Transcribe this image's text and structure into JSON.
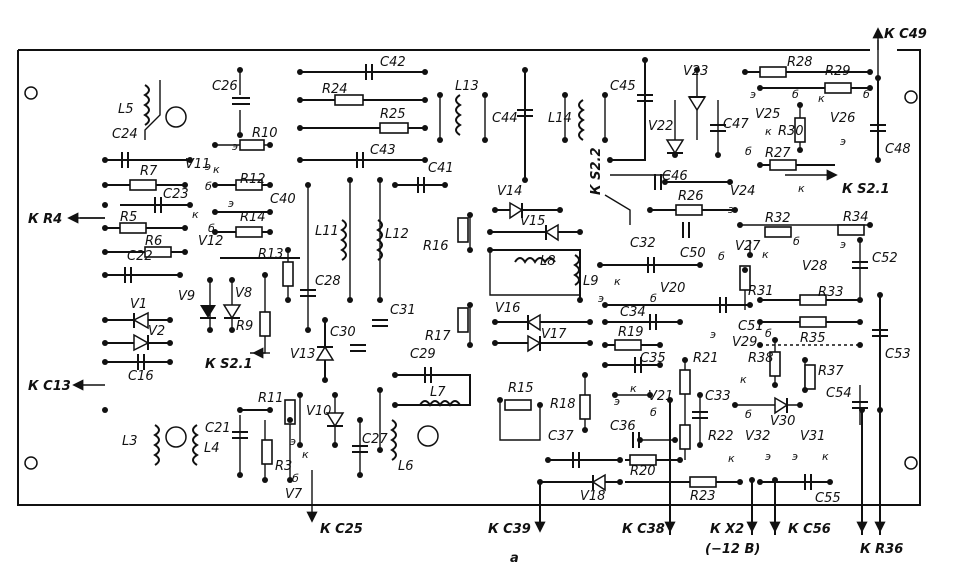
{
  "figure_label": "а",
  "components": [
    {
      "id": "C26",
      "text": "C26"
    },
    {
      "id": "R10",
      "text": "R10"
    },
    {
      "id": "L5",
      "text": "L5"
    },
    {
      "id": "C24",
      "text": "C24"
    },
    {
      "id": "C42",
      "text": "C42"
    },
    {
      "id": "R24",
      "text": "R24"
    },
    {
      "id": "R25",
      "text": "R25"
    },
    {
      "id": "C43",
      "text": "C43"
    },
    {
      "id": "L13",
      "text": "L13"
    },
    {
      "id": "C44",
      "text": "C44"
    },
    {
      "id": "L14",
      "text": "L14"
    },
    {
      "id": "C45",
      "text": "C45"
    },
    {
      "id": "V23",
      "text": "V23"
    },
    {
      "id": "R28",
      "text": "R28"
    },
    {
      "id": "R29",
      "text": "R29"
    },
    {
      "id": "V22",
      "text": "V22"
    },
    {
      "id": "C47",
      "text": "C47"
    },
    {
      "id": "V25",
      "text": "V25"
    },
    {
      "id": "V26",
      "text": "V26"
    },
    {
      "id": "R30",
      "text": "R30"
    },
    {
      "id": "C48",
      "text": "C48"
    },
    {
      "id": "R27",
      "text": "R27"
    },
    {
      "id": "V11",
      "text": "V11"
    },
    {
      "id": "R7",
      "text": "R7"
    },
    {
      "id": "C23",
      "text": "C23"
    },
    {
      "id": "R12",
      "text": "R12"
    },
    {
      "id": "C40",
      "text": "C40"
    },
    {
      "id": "C41",
      "text": "C41"
    },
    {
      "id": "C46",
      "text": "C46"
    },
    {
      "id": "V14",
      "text": "V14"
    },
    {
      "id": "R26",
      "text": "R26"
    },
    {
      "id": "V24",
      "text": "V24"
    },
    {
      "id": "R5",
      "text": "R5"
    },
    {
      "id": "R14",
      "text": "R14"
    },
    {
      "id": "V12",
      "text": "V12"
    },
    {
      "id": "R6",
      "text": "R6"
    },
    {
      "id": "L11",
      "text": "L11"
    },
    {
      "id": "L12",
      "text": "L12"
    },
    {
      "id": "R16",
      "text": "R16"
    },
    {
      "id": "V15",
      "text": "V15"
    },
    {
      "id": "C32",
      "text": "C32"
    },
    {
      "id": "C50",
      "text": "C50"
    },
    {
      "id": "R32",
      "text": "R32"
    },
    {
      "id": "R34",
      "text": "R34"
    },
    {
      "id": "V27",
      "text": "V27"
    },
    {
      "id": "C22",
      "text": "C22"
    },
    {
      "id": "R13",
      "text": "R13"
    },
    {
      "id": "C28",
      "text": "C28"
    },
    {
      "id": "L8",
      "text": "L8"
    },
    {
      "id": "L9",
      "text": "L9"
    },
    {
      "id": "C52",
      "text": "C52"
    },
    {
      "id": "V28",
      "text": "V28"
    },
    {
      "id": "V9",
      "text": "V9"
    },
    {
      "id": "V8",
      "text": "V8"
    },
    {
      "id": "V20",
      "text": "V20"
    },
    {
      "id": "R31",
      "text": "R31"
    },
    {
      "id": "R33",
      "text": "R33"
    },
    {
      "id": "V1",
      "text": "V1"
    },
    {
      "id": "R9",
      "text": "R9"
    },
    {
      "id": "C30",
      "text": "C30"
    },
    {
      "id": "C31",
      "text": "C31"
    },
    {
      "id": "R17",
      "text": "R17"
    },
    {
      "id": "V16",
      "text": "V16"
    },
    {
      "id": "C34",
      "text": "C34"
    },
    {
      "id": "C51",
      "text": "C51"
    },
    {
      "id": "R35",
      "text": "R35"
    },
    {
      "id": "V2",
      "text": "V2"
    },
    {
      "id": "V13",
      "text": "V13"
    },
    {
      "id": "V17",
      "text": "V17"
    },
    {
      "id": "R19",
      "text": "R19"
    },
    {
      "id": "V29",
      "text": "V29"
    },
    {
      "id": "C53",
      "text": "C53"
    },
    {
      "id": "C29",
      "text": "C29"
    },
    {
      "id": "C35",
      "text": "C35"
    },
    {
      "id": "R38",
      "text": "R38"
    },
    {
      "id": "C16",
      "text": "C16"
    },
    {
      "id": "R21",
      "text": "R21"
    },
    {
      "id": "R37",
      "text": "R37"
    },
    {
      "id": "L7",
      "text": "L7"
    },
    {
      "id": "R15",
      "text": "R15"
    },
    {
      "id": "V21",
      "text": "V21"
    },
    {
      "id": "C33",
      "text": "C33"
    },
    {
      "id": "C54",
      "text": "C54"
    },
    {
      "id": "R11",
      "text": "R11"
    },
    {
      "id": "V10",
      "text": "V10"
    },
    {
      "id": "R18",
      "text": "R18"
    },
    {
      "id": "V30",
      "text": "V30"
    },
    {
      "id": "C21",
      "text": "C21"
    },
    {
      "id": "L3",
      "text": "L3"
    },
    {
      "id": "L4",
      "text": "L4"
    },
    {
      "id": "C27",
      "text": "C27"
    },
    {
      "id": "C37",
      "text": "C37"
    },
    {
      "id": "C36",
      "text": "C36"
    },
    {
      "id": "R22",
      "text": "R22"
    },
    {
      "id": "V32",
      "text": "V32"
    },
    {
      "id": "V31",
      "text": "V31"
    },
    {
      "id": "R3",
      "text": "R3"
    },
    {
      "id": "L6",
      "text": "L6"
    },
    {
      "id": "R20",
      "text": "R20"
    },
    {
      "id": "V7",
      "text": "V7"
    },
    {
      "id": "V18",
      "text": "V18"
    },
    {
      "id": "R23",
      "text": "R23"
    },
    {
      "id": "C55",
      "text": "C55"
    }
  ],
  "external_connections": [
    {
      "id": "k-c49",
      "text": "К С49"
    },
    {
      "id": "k-s2-1-right",
      "text": "К S2.1"
    },
    {
      "id": "k-s2-2",
      "text": "К S2.2"
    },
    {
      "id": "k-r4",
      "text": "К R4"
    },
    {
      "id": "k-c13",
      "text": "К С13"
    },
    {
      "id": "k-s2-1-left",
      "text": "К S2.1"
    },
    {
      "id": "k-c25",
      "text": "К С25"
    },
    {
      "id": "k-c39",
      "text": "К С39"
    },
    {
      "id": "k-c38",
      "text": "К С38"
    },
    {
      "id": "k-x2",
      "text": "К X2"
    },
    {
      "id": "k-x2-voltage",
      "text": "(−12 В)"
    },
    {
      "id": "k-c56",
      "text": "К С56"
    },
    {
      "id": "k-r36",
      "text": "К R36"
    }
  ],
  "pin_labels": {
    "e": "э",
    "b": "б",
    "k": "к"
  }
}
